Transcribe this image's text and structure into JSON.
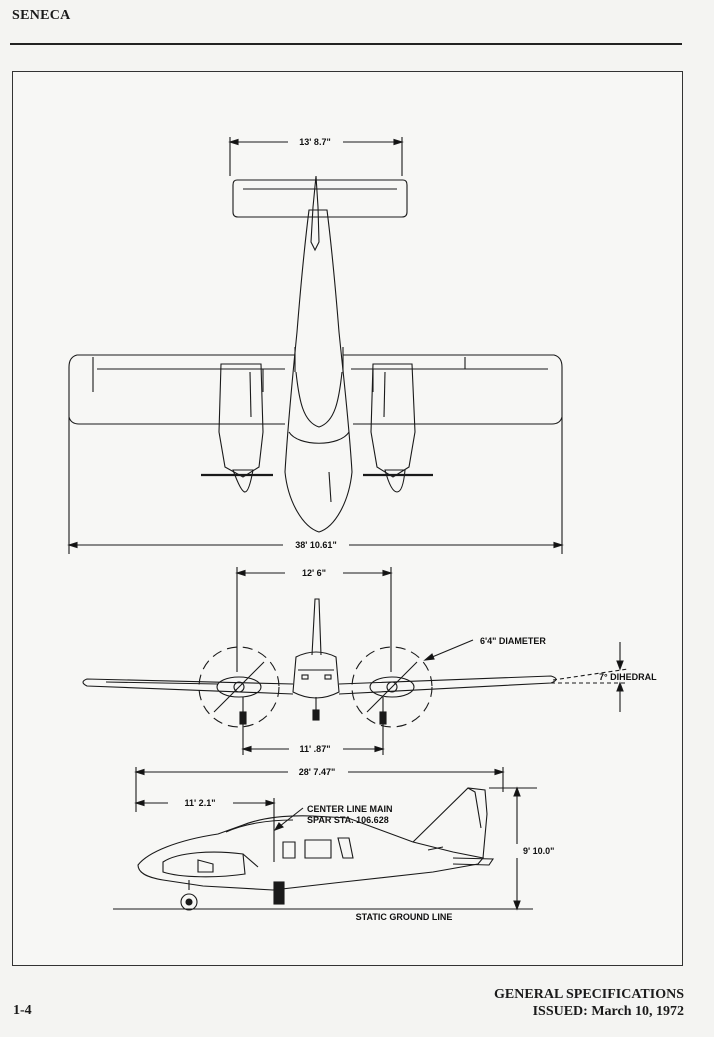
{
  "header": {
    "title": "SENECA"
  },
  "figure": {
    "dimensions": {
      "stabilator_span": "13' 8.7\"",
      "wing_span": "38' 10.61\"",
      "engine_spacing": "12' 6\"",
      "prop_diameter": "6'4\" DIAMETER",
      "dihedral": "7° DIHEDRAL",
      "main_gear_track": "11' .87\"",
      "overall_length": "28' 7.47\"",
      "nose_to_spar": "11' 2.1\"",
      "spar_label_line1": "CENTER LINE MAIN",
      "spar_label_line2": "SPAR STA. 106.628",
      "height": "9' 10.0\"",
      "ground_line": "STATIC GROUND LINE"
    }
  },
  "footer": {
    "section_title": "GENERAL SPECIFICATIONS",
    "issued": "ISSUED: March 10, 1972",
    "page_number": "1-4"
  }
}
